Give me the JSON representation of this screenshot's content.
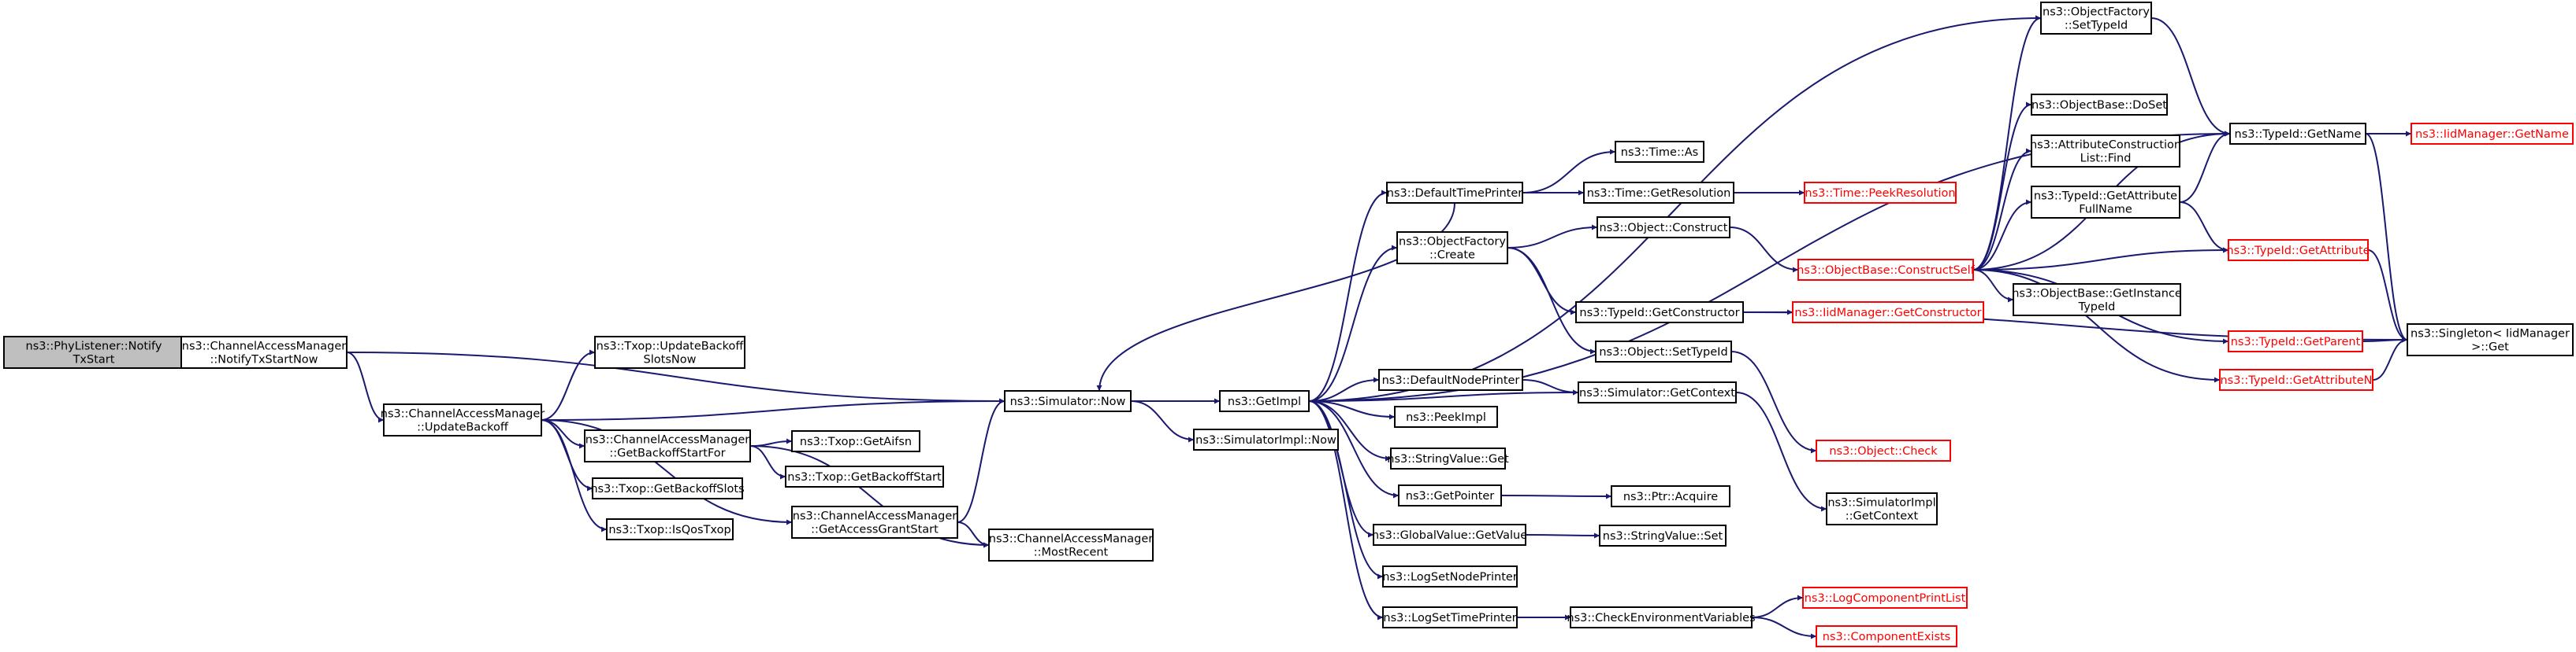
{
  "colors": {
    "edge": "#191970",
    "root_fill": "#bfbfbf",
    "external_border": "#ff0000",
    "node_border": "#000000"
  },
  "nodes": {
    "phylistener_notify": {
      "lines": [
        "ns3::PhyListener::Notify",
        "TxStart"
      ]
    },
    "cam_notifytxstartnow": {
      "lines": [
        "ns3::ChannelAccessManager",
        "::NotifyTxStartNow"
      ]
    },
    "cam_updatebackoff": {
      "lines": [
        "ns3::ChannelAccessManager",
        "::UpdateBackoff"
      ]
    },
    "txop_updatebackoffslotsnow": {
      "lines": [
        "ns3::Txop::UpdateBackoff",
        "SlotsNow"
      ]
    },
    "cam_getbackoffstartfor": {
      "lines": [
        "ns3::ChannelAccessManager",
        "::GetBackoffStartFor"
      ]
    },
    "txop_getbackoffslots": {
      "lines": [
        "ns3::Txop::GetBackoffSlots"
      ]
    },
    "txop_isqostxop": {
      "lines": [
        "ns3::Txop::IsQosTxop"
      ]
    },
    "txop_getaifsn": {
      "lines": [
        "ns3::Txop::GetAifsn"
      ]
    },
    "txop_getbackoffstart": {
      "lines": [
        "ns3::Txop::GetBackoffStart"
      ]
    },
    "cam_getaccessgrantstart": {
      "lines": [
        "ns3::ChannelAccessManager",
        "::GetAccessGrantStart"
      ]
    },
    "cam_mostrecent": {
      "lines": [
        "ns3::ChannelAccessManager",
        "::MostRecent"
      ]
    },
    "simulator_now": {
      "lines": [
        "ns3::Simulator::Now"
      ]
    },
    "getimpl": {
      "lines": [
        "ns3::GetImpl"
      ]
    },
    "simulatorimpl_now": {
      "lines": [
        "ns3::SimulatorImpl::Now"
      ]
    },
    "defaulttimeprinter": {
      "lines": [
        "ns3::DefaultTimePrinter"
      ]
    },
    "time_as": {
      "lines": [
        "ns3::Time::As"
      ]
    },
    "time_getresolution": {
      "lines": [
        "ns3::Time::GetResolution"
      ]
    },
    "time_peekresolution": {
      "lines": [
        "ns3::Time::PeekResolution"
      ]
    },
    "objectfactory_create": {
      "lines": [
        "ns3::ObjectFactory",
        "::Create"
      ]
    },
    "object_construct": {
      "lines": [
        "ns3::Object::Construct"
      ]
    },
    "typeid_getconstructor": {
      "lines": [
        "ns3::TypeId::GetConstructor"
      ]
    },
    "object_settypeid": {
      "lines": [
        "ns3::Object::SetTypeId"
      ]
    },
    "objectbase_constructself": {
      "lines": [
        "ns3::ObjectBase::ConstructSelf"
      ]
    },
    "iidmanager_getconstructor": {
      "lines": [
        "ns3::IidManager::GetConstructor"
      ]
    },
    "defaultnodeprinter": {
      "lines": [
        "ns3::DefaultNodePrinter"
      ]
    },
    "simulator_getcontext": {
      "lines": [
        "ns3::Simulator::GetContext"
      ]
    },
    "peekimpl": {
      "lines": [
        "ns3::PeekImpl"
      ]
    },
    "stringvalue_get": {
      "lines": [
        "ns3::StringValue::Get"
      ]
    },
    "getpointer": {
      "lines": [
        "ns3::GetPointer"
      ]
    },
    "ptr_acquire": {
      "lines": [
        "ns3::Ptr::Acquire"
      ]
    },
    "globalvalue_getvalue": {
      "lines": [
        "ns3::GlobalValue::GetValue"
      ]
    },
    "stringvalue_set": {
      "lines": [
        "ns3::StringValue::Set"
      ]
    },
    "logsetnodeprinter": {
      "lines": [
        "ns3::LogSetNodePrinter"
      ]
    },
    "logsettimeprinter": {
      "lines": [
        "ns3::LogSetTimePrinter"
      ]
    },
    "checkenvironmentvariables": {
      "lines": [
        "ns3::CheckEnvironmentVariables"
      ]
    },
    "logcomponentprintlist": {
      "lines": [
        "ns3::LogComponentPrintList"
      ]
    },
    "componentexists": {
      "lines": [
        "ns3::ComponentExists"
      ]
    },
    "object_check": {
      "lines": [
        "ns3::Object::Check"
      ]
    },
    "simulatorimpl_getcontext": {
      "lines": [
        "ns3::SimulatorImpl",
        "::GetContext"
      ]
    },
    "objectfactory_settypeid": {
      "lines": [
        "ns3::ObjectFactory",
        "::SetTypeId"
      ]
    },
    "objectbase_doset": {
      "lines": [
        "ns3::ObjectBase::DoSet"
      ]
    },
    "attributeconstructionlist_find": {
      "lines": [
        "ns3::AttributeConstruction",
        "List::Find"
      ]
    },
    "typeid_getattributefullname": {
      "lines": [
        "ns3::TypeId::GetAttribute",
        "FullName"
      ]
    },
    "objectbase_getinstancetypeid": {
      "lines": [
        "ns3::ObjectBase::GetInstance",
        "TypeId"
      ]
    },
    "typeid_getname": {
      "lines": [
        "ns3::TypeId::GetName"
      ]
    },
    "iidmanager_getname": {
      "lines": [
        "ns3::IidManager::GetName"
      ]
    },
    "typeid_getattribute": {
      "lines": [
        "ns3::TypeId::GetAttribute"
      ]
    },
    "typeid_getparent": {
      "lines": [
        "ns3::TypeId::GetParent"
      ]
    },
    "typeid_getattributen": {
      "lines": [
        "ns3::TypeId::GetAttributeN"
      ]
    },
    "singleton_iidmanager_get": {
      "lines": [
        "ns3::Singleton< IidManager",
        " >::Get"
      ]
    }
  }
}
